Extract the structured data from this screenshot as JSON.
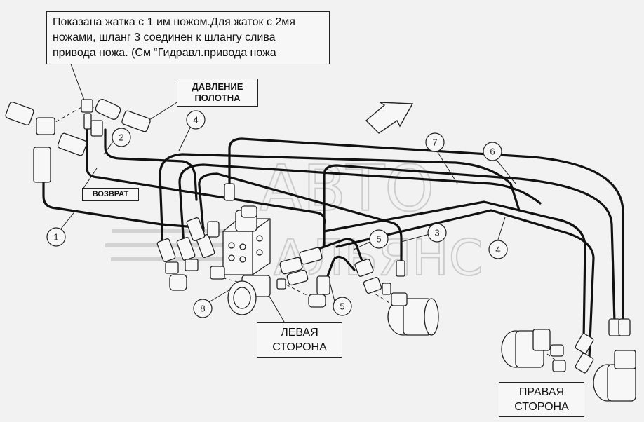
{
  "note": {
    "lines": [
      "Показана жатка с 1 им ножом.Для жаток с 2мя",
      "ножами, шланг 3 соединен к шлангу слива",
      "привода ножа. (См “Гидравл.привода ножа"
    ]
  },
  "labels": {
    "pressure": [
      "ДАВЛЕНИЕ",
      "ПОЛОТНА"
    ],
    "return": "ВОЗВРАТ",
    "left_side": [
      "ЛЕВАЯ",
      "СТОРОНА"
    ],
    "right_side": [
      "ПРАВАЯ",
      "СТОРОНА"
    ]
  },
  "callouts": [
    "1",
    "2",
    "3",
    "4",
    "4",
    "5",
    "5",
    "6",
    "7",
    "8"
  ],
  "watermark": [
    "АВТО",
    "АЛЬЯНС"
  ],
  "colors": {
    "line": "#111111",
    "background": "#f2f2f2",
    "watermark": "#c8c8c8"
  }
}
